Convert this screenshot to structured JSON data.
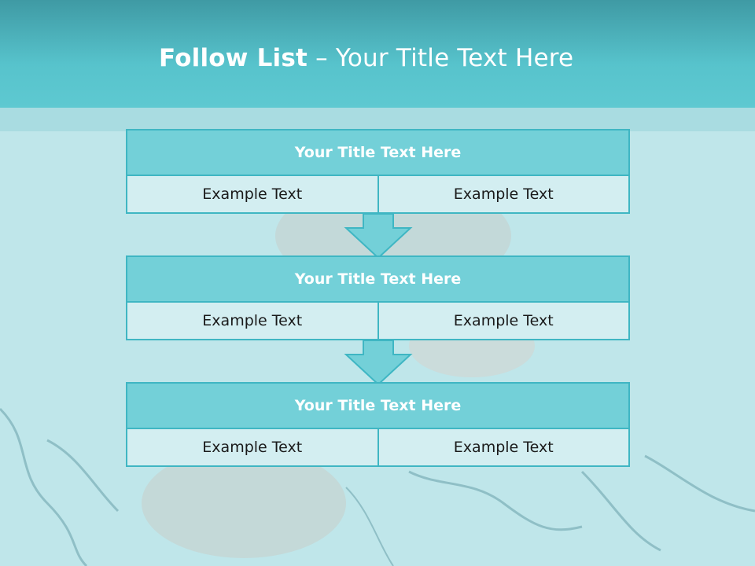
{
  "header": {
    "title_bold": "Follow List",
    "title_rest": " – Your Title Text Here"
  },
  "steps": [
    {
      "title": "Your Title Text Here",
      "left": "Example Text",
      "right": "Example Text"
    },
    {
      "title": "Your Title Text Here",
      "left": "Example Text",
      "right": "Example Text"
    },
    {
      "title": "Your Title Text Here",
      "left": "Example Text",
      "right": "Example Text"
    }
  ],
  "colors": {
    "header": "#57c3cc",
    "block_title": "#73d0d8",
    "block_cell": "#d3eef1",
    "border": "#3fb6c3"
  }
}
